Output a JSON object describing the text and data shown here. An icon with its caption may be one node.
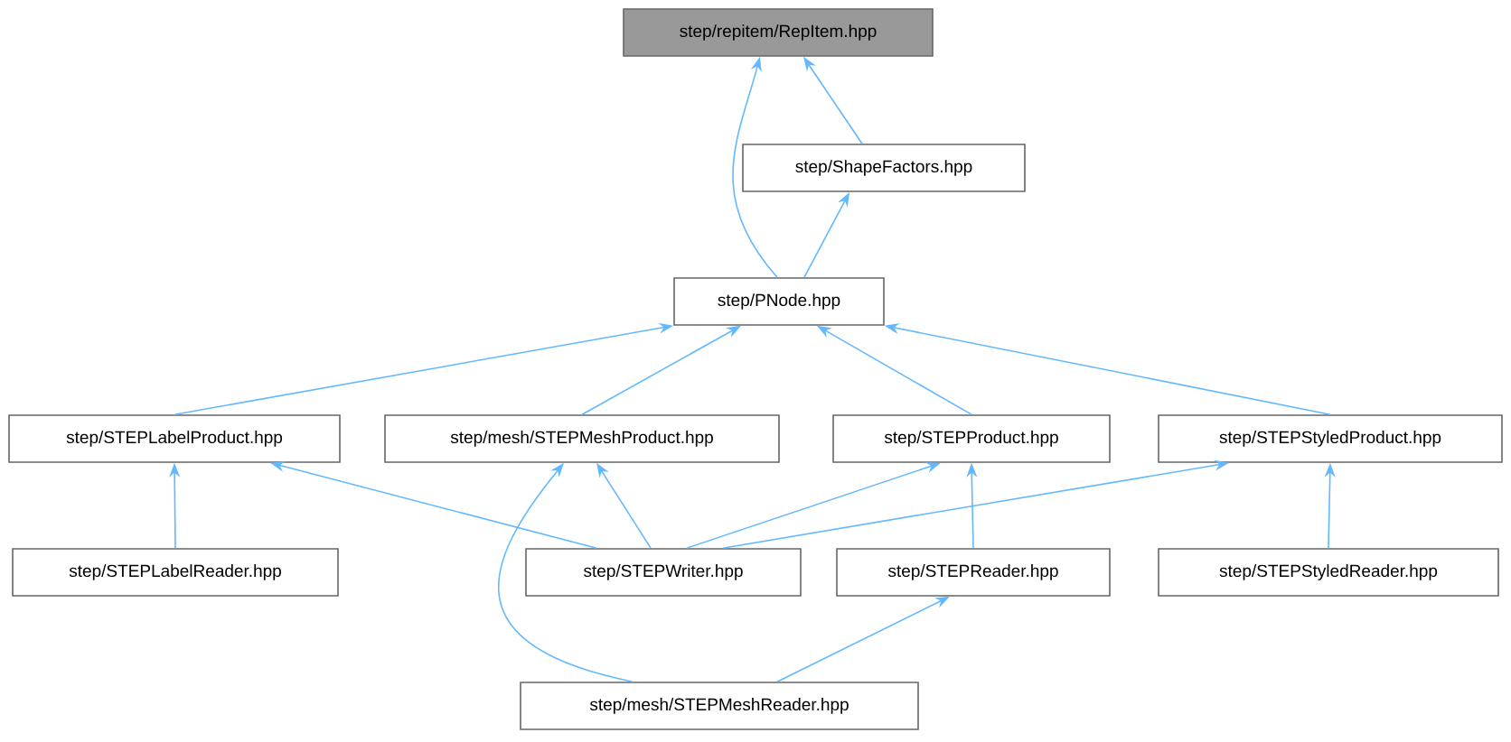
{
  "diagram": {
    "nodes": [
      {
        "text": [
          "step/repitem/RepItem.hpp"
        ]
      },
      {
        "text": [
          "step/ShapeFactors.hpp"
        ]
      },
      {
        "text": [
          "step/PNode.hpp"
        ]
      },
      {
        "text": [
          "step/STEPLabelProduct.hpp"
        ]
      },
      {
        "text": [
          "step/mesh/STEPMeshProduct.hpp"
        ]
      },
      {
        "text": [
          "step/STEPProduct.hpp"
        ]
      },
      {
        "text": [
          "step/STEPStyledProduct.hpp"
        ]
      },
      {
        "text": [
          "step/STEPLabelReader.hpp"
        ]
      },
      {
        "text": [
          "step/STEPWriter.hpp"
        ]
      },
      {
        "text": [
          "step/STEPReader.hpp"
        ]
      },
      {
        "text": [
          "step/STEPStyledReader.hpp"
        ]
      },
      {
        "text": [
          "step/mesh/STEPMeshReader.hpp"
        ]
      }
    ],
    "edges": [
      {
        "from": 1,
        "to": 0,
        "arrow": "to"
      },
      {
        "from": 2,
        "to": 0,
        "arrow": "to"
      },
      {
        "from": 2,
        "to": 1,
        "arrow": "to"
      },
      {
        "from": 3,
        "to": 2,
        "arrow": "to"
      },
      {
        "from": 4,
        "to": 2,
        "arrow": "to"
      },
      {
        "from": 5,
        "to": 2,
        "arrow": "to"
      },
      {
        "from": 6,
        "to": 2,
        "arrow": "to"
      },
      {
        "from": 7,
        "to": 3,
        "arrow": "to"
      },
      {
        "from": 8,
        "to": 3,
        "arrow": "to"
      },
      {
        "from": 8,
        "to": 4,
        "arrow": "to"
      },
      {
        "from": 8,
        "to": 5,
        "arrow": "to"
      },
      {
        "from": 8,
        "to": 6,
        "arrow": "to"
      },
      {
        "from": 11,
        "to": 4,
        "arrow": "to"
      },
      {
        "from": 9,
        "to": 5,
        "arrow": "to"
      },
      {
        "from": 11,
        "to": 9,
        "arrow": "to"
      },
      {
        "from": 10,
        "to": 6,
        "arrow": "to"
      }
    ]
  }
}
